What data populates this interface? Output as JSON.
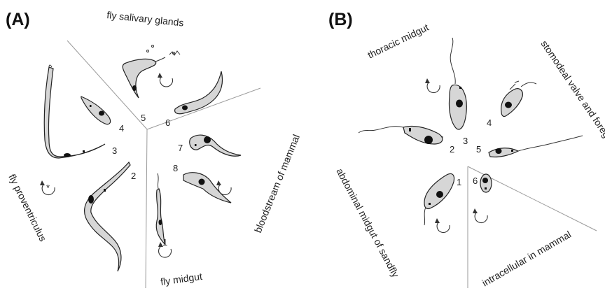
{
  "panels": [
    {
      "label": "(A)",
      "regions": [
        "fly salivary glands",
        "bloodstream of mammal",
        "fly midgut",
        "fly proventriculus"
      ],
      "stage_numbers": [
        "1",
        "2",
        "3",
        "4",
        "5",
        "6",
        "7",
        "8"
      ],
      "marker": "*"
    },
    {
      "label": "(B)",
      "regions": [
        "thoracic midgut",
        "stomodeal valve and foregut",
        "intracellular in mammal",
        "abdominal midgut of sandfly"
      ],
      "stage_numbers": [
        "1",
        "2",
        "3",
        "4",
        "5",
        "6"
      ]
    }
  ]
}
